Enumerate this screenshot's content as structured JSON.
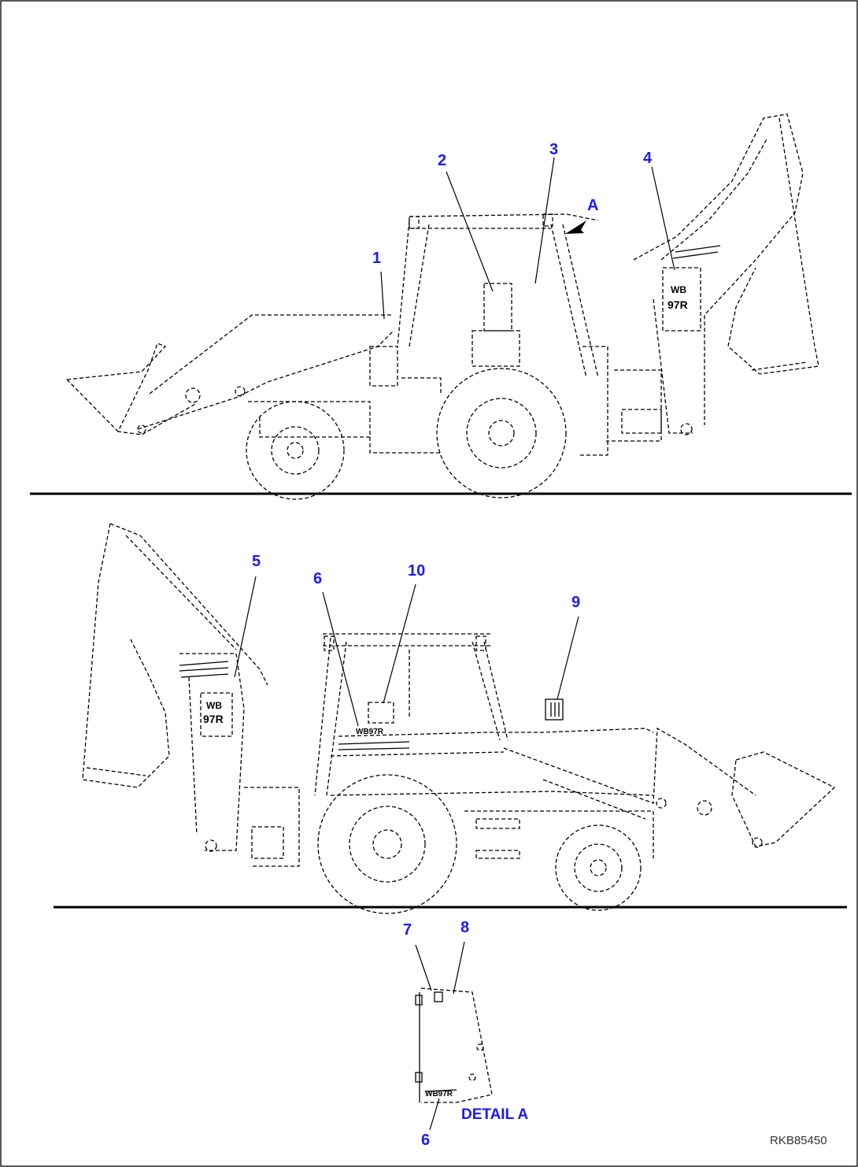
{
  "callouts": [
    {
      "id": "c1",
      "label": "1"
    },
    {
      "id": "c2",
      "label": "2"
    },
    {
      "id": "c3",
      "label": "3"
    },
    {
      "id": "c4",
      "label": "4"
    },
    {
      "id": "cA",
      "label": "A"
    },
    {
      "id": "c5",
      "label": "5"
    },
    {
      "id": "c6",
      "label": "6"
    },
    {
      "id": "c10",
      "label": "10"
    },
    {
      "id": "c9",
      "label": "9"
    },
    {
      "id": "c7",
      "label": "7"
    },
    {
      "id": "c8",
      "label": "8"
    },
    {
      "id": "c6b",
      "label": "6"
    }
  ],
  "detail_label": "DETAIL A",
  "drawing_id": "RKB85450",
  "decals": {
    "wb": "WB",
    "model": "97R",
    "cab_strip": "WB97R"
  }
}
